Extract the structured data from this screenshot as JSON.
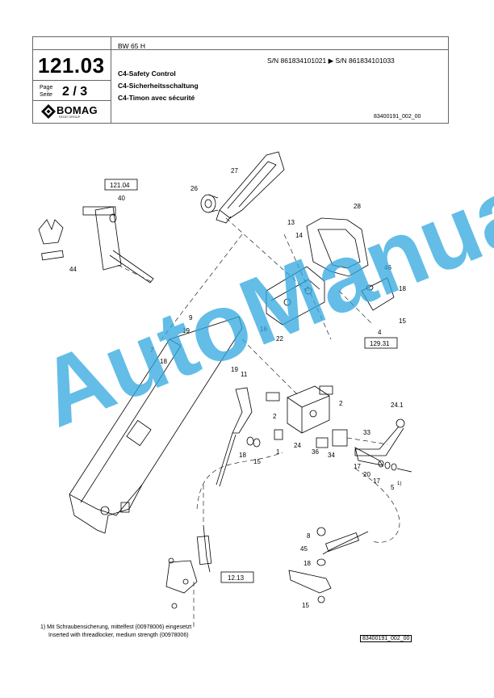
{
  "header": {
    "page_number": "121.03",
    "page_label_1": "Page",
    "page_label_2": "Seite",
    "page_of": "2 / 3",
    "logo_brand": "BOMAG",
    "logo_group": "FAYAT GROUP",
    "model": "BW 65 H",
    "serial_range": "S/N 861834101021  ▶  S/N 861834101033",
    "title_en": "C4-Safety Control",
    "title_de": "C4-Sicherheitsschaltung",
    "title_fr": "C4-Timon avec sécurité",
    "drawing_number": "83400191_002_00"
  },
  "drawing": {
    "reference_boxes": [
      "121.04",
      "129.31",
      "12.13"
    ],
    "callouts": [
      "27",
      "26",
      "13",
      "14",
      "28",
      "40",
      "44",
      "46",
      "18",
      "15",
      "9",
      "19",
      "16",
      "22",
      "4",
      "7",
      "18",
      "19",
      "11",
      "2",
      "2",
      "1",
      "24",
      "36",
      "34",
      "24.1",
      "33",
      "17",
      "20",
      "17",
      "5",
      "18",
      "15",
      "8",
      "45",
      "18",
      "15"
    ],
    "footnote_marker": "1)"
  },
  "footnote": {
    "line1": "1) Mit Schraubensicherung, mittelfest (00978006) eingesetzt",
    "line2": "Inserted with threadlocker, medium strength (00978006)",
    "drawing_id": "83400191_002_00"
  },
  "watermark": "AutoManual",
  "colors": {
    "watermark": "#2fa8e0",
    "lines": "#000000",
    "frame": "#666666"
  }
}
